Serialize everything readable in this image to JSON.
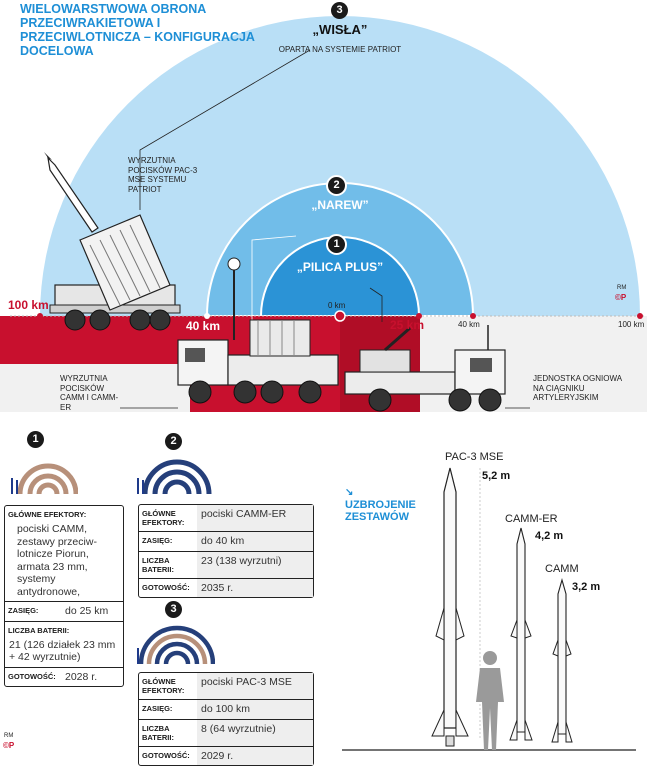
{
  "title": "WIELOWARSTWOWA OBRONA PRZECIWRAKIETOWA I PRZECIWLOTNICZA – KONFIGURACJA DOCELOWA",
  "systems": [
    {
      "num": "1",
      "name": "„PILICA PLUS”"
    },
    {
      "num": "2",
      "name": "„NAREW”"
    },
    {
      "num": "3",
      "name": "„WISŁA”",
      "note": "OPARTA NA SYSTEMIE PATRIOT"
    }
  ],
  "labels": {
    "patriot_launcher": "WYRZUTNIA POCISKÓW PAC-3 MSE SYSTEMU PATRIOT",
    "camm_launcher": "WYRZUTNIA POCISKÓW CAMM I CAMM-ER",
    "fire_unit": "JEDNOSTKA OGNIOWA NA CIĄGNIKU ARTYLERYJSKIM"
  },
  "range_marks": {
    "left_100": "100 km",
    "left_40": "40 km",
    "center_0": "0 km",
    "right_25": "25 km",
    "right_40": "40 km",
    "right_100": "100 km"
  },
  "credit": {
    "rm": "RM",
    "cp": "©P"
  },
  "cards": [
    {
      "num": "1",
      "rows": [
        {
          "key": "GŁÓWNE EFEKTORY:",
          "value": "pociski CAMM, zestawy przeciw-lotnicze Piorun, armata 23 mm, systemy antydronowe,"
        },
        {
          "key": "ZASIĘG:",
          "value": "do 25 km"
        },
        {
          "key": "LICZBA BATERII:",
          "value": "21 (126 działek 23 mm + 42 wyrzutnie)"
        },
        {
          "key": "GOTOWOŚĆ:",
          "value": "2028 r."
        }
      ]
    },
    {
      "num": "2",
      "rows": [
        {
          "key": "GŁÓWNE EFEKTORY:",
          "value": "pociski CAMM-ER"
        },
        {
          "key": "ZASIĘG:",
          "value": "do 40 km"
        },
        {
          "key": "LICZBA BATERII:",
          "value": "23 (138 wyrzutni)"
        },
        {
          "key": "GOTOWOŚĆ:",
          "value": "2035 r."
        }
      ]
    },
    {
      "num": "3",
      "rows": [
        {
          "key": "GŁÓWNE EFEKTORY:",
          "value": "pociski PAC-3 MSE"
        },
        {
          "key": "ZASIĘG:",
          "value": "do 100 km"
        },
        {
          "key": "LICZBA BATERII:",
          "value": "8 (64 wyrzutnie)"
        },
        {
          "key": "GOTOWOŚĆ:",
          "value": "2029 r."
        }
      ]
    }
  ],
  "armament": {
    "heading": "UZBROJENIE ZESTAWÓW",
    "missiles": [
      {
        "name": "PAC-3 MSE",
        "length": "5,2 m"
      },
      {
        "name": "CAMM-ER",
        "length": "4,2 m"
      },
      {
        "name": "CAMM",
        "length": "3,2 m"
      }
    ]
  },
  "colors": {
    "light_blue": "#b9dff6",
    "mid_blue": "#71bde9",
    "dark_blue": "#2b93d6",
    "red": "#c8102e",
    "accent": "#1e8fd6"
  }
}
